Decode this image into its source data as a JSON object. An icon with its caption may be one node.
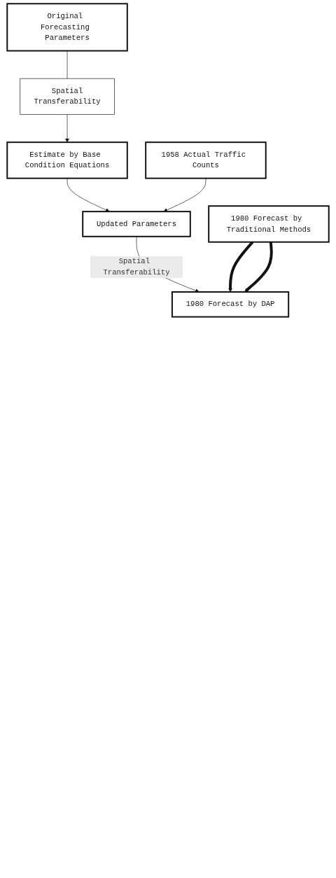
{
  "diagram": {
    "nodes": [
      {
        "text": [
          "Original Forecasting Parameters"
        ]
      },
      {
        "text": [
          "Spatial",
          "Transferability"
        ]
      },
      {
        "text": [
          "Estimate by Base Condition Equations"
        ]
      },
      {
        "text": [
          "Updated Parameters"
        ]
      },
      {
        "text": [
          "1958 Actual Traffic Counts"
        ]
      },
      {
        "text": [
          "1980 Forecast by DAP"
        ]
      },
      {
        "text": [
          "1980 Forecast by Traditional Methods"
        ]
      }
    ],
    "edges": [
      {
        "from": 0,
        "to": 1,
        "arrow": "none"
      },
      {
        "from": 1,
        "to": 2,
        "arrow": "to"
      },
      {
        "from": 2,
        "to": 3,
        "arrow": "to"
      },
      {
        "from": 4,
        "to": 3,
        "arrow": "to"
      },
      {
        "from": 3,
        "to": 5,
        "arrow": "to",
        "label": "Spatial Transferability"
      },
      {
        "from": 6,
        "to": 5,
        "arrow": "to",
        "style": "thick"
      },
      {
        "from": 6,
        "to": 5,
        "arrow": "to",
        "style": "thick"
      }
    ]
  }
}
